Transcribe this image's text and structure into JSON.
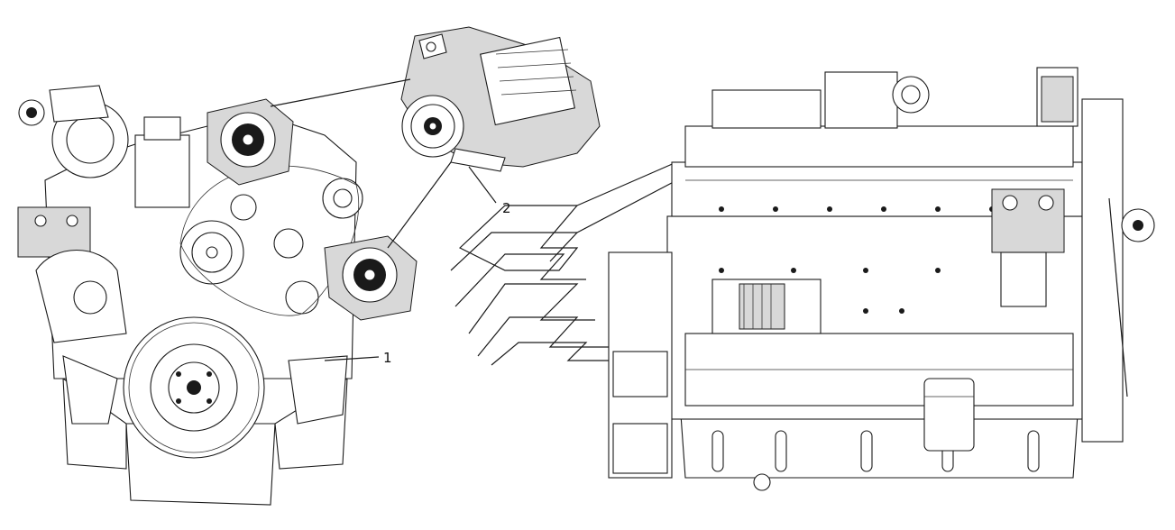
{
  "callouts": [
    {
      "id": "1",
      "text": "1"
    },
    {
      "id": "2",
      "text": "2"
    }
  ],
  "colors": {
    "line": "#1a1a1a",
    "background": "#ffffff",
    "shading": "#d8d8d8"
  }
}
